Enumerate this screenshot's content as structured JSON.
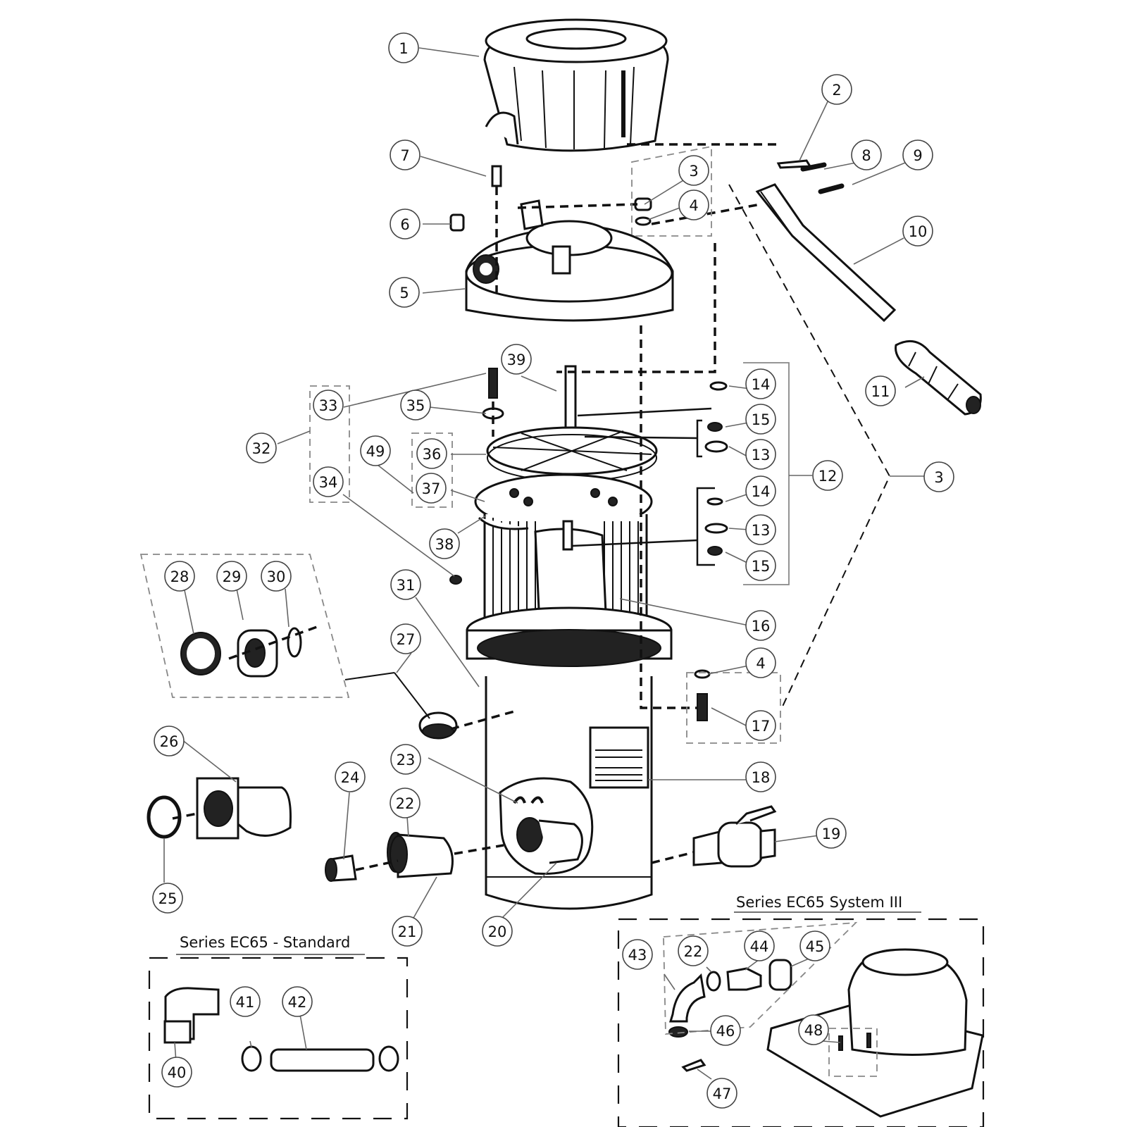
{
  "diagram": {
    "type": "exploded-parts-diagram",
    "subject": "Cartridge pool filter (Series EC65)",
    "sections": [
      {
        "id": "standard",
        "title": "Series EC65 - Standard",
        "parts": [
          "40",
          "41",
          "42"
        ]
      },
      {
        "id": "system3",
        "title": "Series EC65 System III",
        "parts": [
          "43",
          "22",
          "44",
          "45",
          "46",
          "47",
          "48"
        ]
      }
    ],
    "callouts": [
      {
        "id": "c1",
        "label": "1"
      },
      {
        "id": "c2",
        "label": "2"
      },
      {
        "id": "c3a",
        "label": "3"
      },
      {
        "id": "c3b",
        "label": "3"
      },
      {
        "id": "c4a",
        "label": "4"
      },
      {
        "id": "c4b",
        "label": "4"
      },
      {
        "id": "c5",
        "label": "5"
      },
      {
        "id": "c6",
        "label": "6"
      },
      {
        "id": "c7",
        "label": "7"
      },
      {
        "id": "c8",
        "label": "8"
      },
      {
        "id": "c9",
        "label": "9"
      },
      {
        "id": "c10",
        "label": "10"
      },
      {
        "id": "c11",
        "label": "11"
      },
      {
        "id": "c12",
        "label": "12"
      },
      {
        "id": "c13a",
        "label": "13"
      },
      {
        "id": "c13b",
        "label": "13"
      },
      {
        "id": "c14a",
        "label": "14"
      },
      {
        "id": "c14b",
        "label": "14"
      },
      {
        "id": "c15a",
        "label": "15"
      },
      {
        "id": "c15b",
        "label": "15"
      },
      {
        "id": "c16",
        "label": "16"
      },
      {
        "id": "c17",
        "label": "17"
      },
      {
        "id": "c18",
        "label": "18"
      },
      {
        "id": "c19",
        "label": "19"
      },
      {
        "id": "c20",
        "label": "20"
      },
      {
        "id": "c21",
        "label": "21"
      },
      {
        "id": "c22a",
        "label": "22"
      },
      {
        "id": "c22b",
        "label": "22"
      },
      {
        "id": "c23",
        "label": "23"
      },
      {
        "id": "c24",
        "label": "24"
      },
      {
        "id": "c25",
        "label": "25"
      },
      {
        "id": "c26",
        "label": "26"
      },
      {
        "id": "c27",
        "label": "27"
      },
      {
        "id": "c28",
        "label": "28"
      },
      {
        "id": "c29",
        "label": "29"
      },
      {
        "id": "c30",
        "label": "30"
      },
      {
        "id": "c31",
        "label": "31"
      },
      {
        "id": "c32",
        "label": "32"
      },
      {
        "id": "c33",
        "label": "33"
      },
      {
        "id": "c34",
        "label": "34"
      },
      {
        "id": "c35",
        "label": "35"
      },
      {
        "id": "c36",
        "label": "36"
      },
      {
        "id": "c37",
        "label": "37"
      },
      {
        "id": "c38",
        "label": "38"
      },
      {
        "id": "c39",
        "label": "39"
      },
      {
        "id": "c40",
        "label": "40"
      },
      {
        "id": "c41",
        "label": "41"
      },
      {
        "id": "c42",
        "label": "42"
      },
      {
        "id": "c43",
        "label": "43"
      },
      {
        "id": "c44",
        "label": "44"
      },
      {
        "id": "c45",
        "label": "45"
      },
      {
        "id": "c46",
        "label": "46"
      },
      {
        "id": "c47",
        "label": "47"
      },
      {
        "id": "c48",
        "label": "48"
      },
      {
        "id": "c49",
        "label": "49"
      }
    ]
  }
}
